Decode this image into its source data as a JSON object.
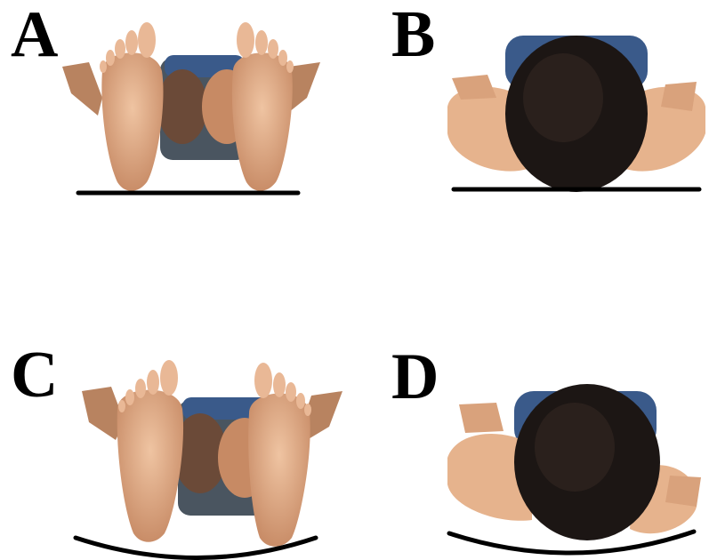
{
  "panels": [
    {
      "label": "A",
      "view": "feet-view",
      "surface": "flat"
    },
    {
      "label": "B",
      "view": "head-view",
      "surface": "flat"
    },
    {
      "label": "C",
      "view": "feet-view",
      "surface": "curved"
    },
    {
      "label": "D",
      "view": "head-view",
      "surface": "curved"
    }
  ],
  "colors": {
    "skin": "#e8b48e",
    "skin_shadow": "#c48a66",
    "hair": "#1c1614",
    "shirt": "#3a5a8a",
    "pants": "#4a5560",
    "surface_line": "#000000"
  }
}
